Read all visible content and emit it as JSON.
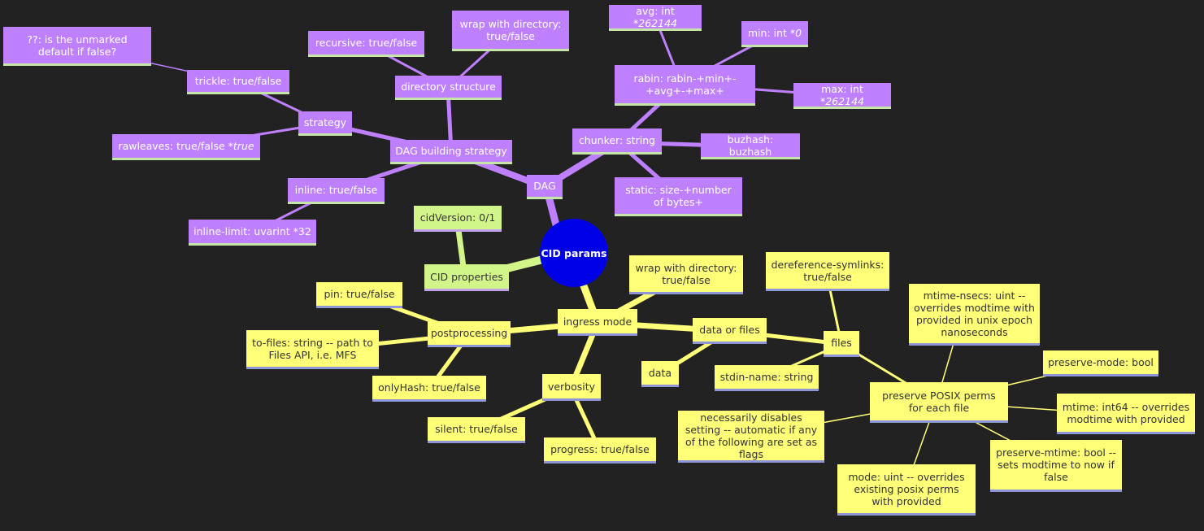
{
  "root": {
    "label": "CID params"
  },
  "dag": {
    "label": "DAG",
    "building_strategy": {
      "label": "DAG building strategy",
      "directory_structure": {
        "label": "directory structure",
        "recursive": "recursive: true/false",
        "wrap_with_directory": "wrap with directory: true/false"
      },
      "strategy": {
        "label": "strategy",
        "trickle": "trickle: true/false",
        "unmarked_default": "??: is the unmarked default if false?",
        "rawleaves": "rawleaves: true/false ",
        "rawleaves_default": "*true"
      },
      "inline": {
        "label": "inline: true/false",
        "inline_limit": "inline-limit: uvarint *32"
      }
    },
    "chunker": {
      "label": "chunker: string",
      "rabin": {
        "label": "rabin: rabin-+min+-+avg+-+max+",
        "avg": "avg: int ",
        "avg_default": "*262144",
        "min": "min: int ",
        "min_default": "*0",
        "max": "max: int ",
        "max_default": "*262144"
      },
      "buzhash": "buzhash: buzhash",
      "static": "static: size-+number of bytes+"
    }
  },
  "cid_properties": {
    "label": "CID properties",
    "cid_version": "cidVersion: 0/1"
  },
  "ingress_mode": {
    "label": "ingress mode",
    "wrap_with_directory": "wrap with directory: true/false",
    "postprocessing": {
      "label": "postprocessing",
      "pin": "pin: true/false",
      "to_files": "to-files: string -- path to Files API, i.e. MFS",
      "only_hash": "onlyHash: true/false"
    },
    "verbosity": {
      "label": "verbosity",
      "silent": "silent: true/false",
      "progress": "progress: true/false"
    },
    "data_or_files": {
      "label": "data or files",
      "data": "data",
      "files": {
        "label": "files",
        "dereference_symlinks": "dereference-symlinks: true/false",
        "stdin_name": "stdin-name: string",
        "posix_perms": {
          "label": "preserve POSIX perms for each file",
          "mtime_nsecs": "mtime-nsecs: uint -- overrides modtime with provided in unix epoch nanoseconds",
          "preserve_mode": "preserve-mode: bool",
          "mtime": "mtime: int64 -- overrides modtime with provided",
          "preserve_mtime": "preserve-mtime: bool -- sets modtime to now if false",
          "mode": "mode: uint -- overrides existing posix perms with provided",
          "disables_setting": "necessarily disables setting -- automatic if any of the following are set as flags"
        }
      }
    }
  },
  "colors": {
    "background": "#222222",
    "root": "#0000e6",
    "dag_branch": "#bf80ff",
    "cid_branch": "#d2f58a",
    "ingress_branch": "#ffff78"
  }
}
